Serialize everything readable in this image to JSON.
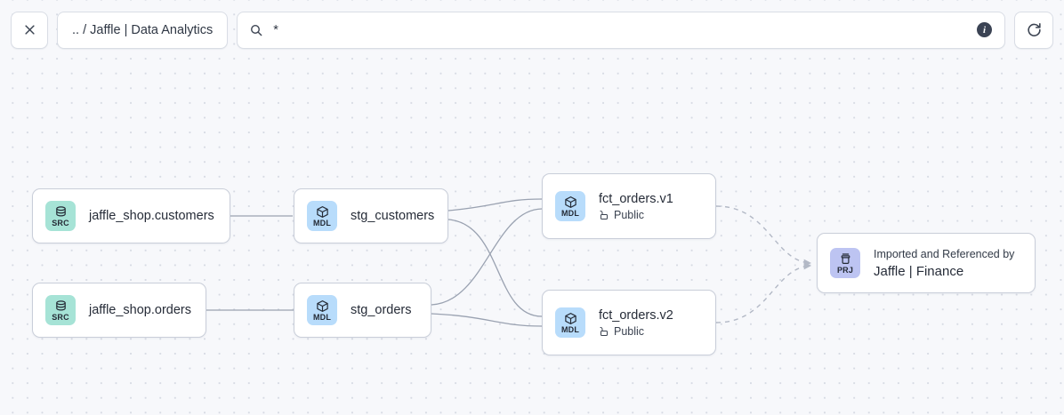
{
  "toolbar": {
    "close_label": "×",
    "close_icon": "close-icon",
    "breadcrumb": ".. / Jaffle | Data Analytics",
    "search_value": "*",
    "search_placeholder": "",
    "search_icon": "search-icon",
    "info_label": "i",
    "info_icon": "info-circle-icon",
    "refresh_icon": "refresh-icon"
  },
  "graph": {
    "nodes": [
      {
        "id": "jaffle_shop_customers",
        "badge": "SRC",
        "badge_icon": "database-icon",
        "title": "jaffle_shop.customers",
        "subtitle": "",
        "preline": ""
      },
      {
        "id": "jaffle_shop_orders",
        "badge": "SRC",
        "badge_icon": "database-icon",
        "title": "jaffle_shop.orders",
        "subtitle": "",
        "preline": ""
      },
      {
        "id": "stg_customers",
        "badge": "MDL",
        "badge_icon": "cube-icon",
        "title": "stg_customers",
        "subtitle": "",
        "preline": ""
      },
      {
        "id": "stg_orders",
        "badge": "MDL",
        "badge_icon": "cube-icon",
        "title": "stg_orders",
        "subtitle": "",
        "preline": ""
      },
      {
        "id": "fct_orders_v1",
        "badge": "MDL",
        "badge_icon": "cube-icon",
        "title": "fct_orders.v1",
        "subtitle": "Public",
        "subtitle_icon": "unlock-icon",
        "preline": ""
      },
      {
        "id": "fct_orders_v2",
        "badge": "MDL",
        "badge_icon": "cube-icon",
        "title": "fct_orders.v2",
        "subtitle": "Public",
        "subtitle_icon": "unlock-icon",
        "preline": ""
      },
      {
        "id": "jaffle_finance",
        "badge": "PRJ",
        "badge_icon": "project-box-icon",
        "preline": "Imported and Referenced by",
        "title": "Jaffle | Finance",
        "subtitle": ""
      }
    ]
  },
  "colors": {
    "canvas_bg": "#f7f8fb",
    "grid_dot": "#d6dae3",
    "node_border": "#c9ced9",
    "badge_src": "#a6e3d6",
    "badge_mdl": "#b8dcfb",
    "badge_prj": "#bdc4f2",
    "edge_solid": "#9aa2b1",
    "edge_dashed": "#b3b9c6"
  }
}
